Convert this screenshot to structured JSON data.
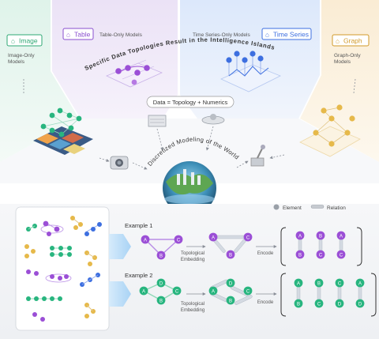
{
  "top": {
    "image": {
      "tag": "Image",
      "sub": [
        "Image-Only",
        "Models"
      ]
    },
    "table": {
      "tag": "Table",
      "sub": "Table-Only Models"
    },
    "timeseries": {
      "tag": "Time Series",
      "sub": "Time Series-Only Models"
    },
    "graph": {
      "tag": "Graph",
      "sub": [
        "Graph-Only",
        "Models"
      ]
    },
    "arc_text": "Specific Data Topologies Result in the Intelligence Islands",
    "formula": "Data = Topology + Numerics",
    "globe_text": "Discretized Modeling of the World"
  },
  "bottom": {
    "legend": {
      "element": "Element",
      "relation": "Relation"
    },
    "example1": {
      "title": "Example 1",
      "embed": [
        "Topological",
        "Embedding"
      ],
      "encode": "Encode",
      "nodes": [
        "A",
        "B",
        "C"
      ],
      "pairs": [
        [
          "A",
          "B"
        ],
        [
          "B",
          "C"
        ],
        [
          "A",
          "C"
        ]
      ]
    },
    "example2": {
      "title": "Example 2",
      "embed": [
        "Topological",
        "Embedding"
      ],
      "encode": "Encode",
      "nodes": [
        "A",
        "B",
        "C",
        "D"
      ],
      "pairs": [
        [
          "A",
          "B"
        ],
        [
          "B",
          "C"
        ],
        [
          "C",
          "D"
        ],
        [
          "A",
          "D"
        ]
      ]
    }
  },
  "colors": {
    "image_bg": "#e3f4ec",
    "table_bg": "#ede6f6",
    "timeseries_bg": "#e3ecfb",
    "graph_bg": "#fbf0dc",
    "purple": "#9b4fd6",
    "green": "#28b57f",
    "blue": "#3d6fe0",
    "gold": "#e6b94a",
    "arrow": "#a9d3f5"
  }
}
